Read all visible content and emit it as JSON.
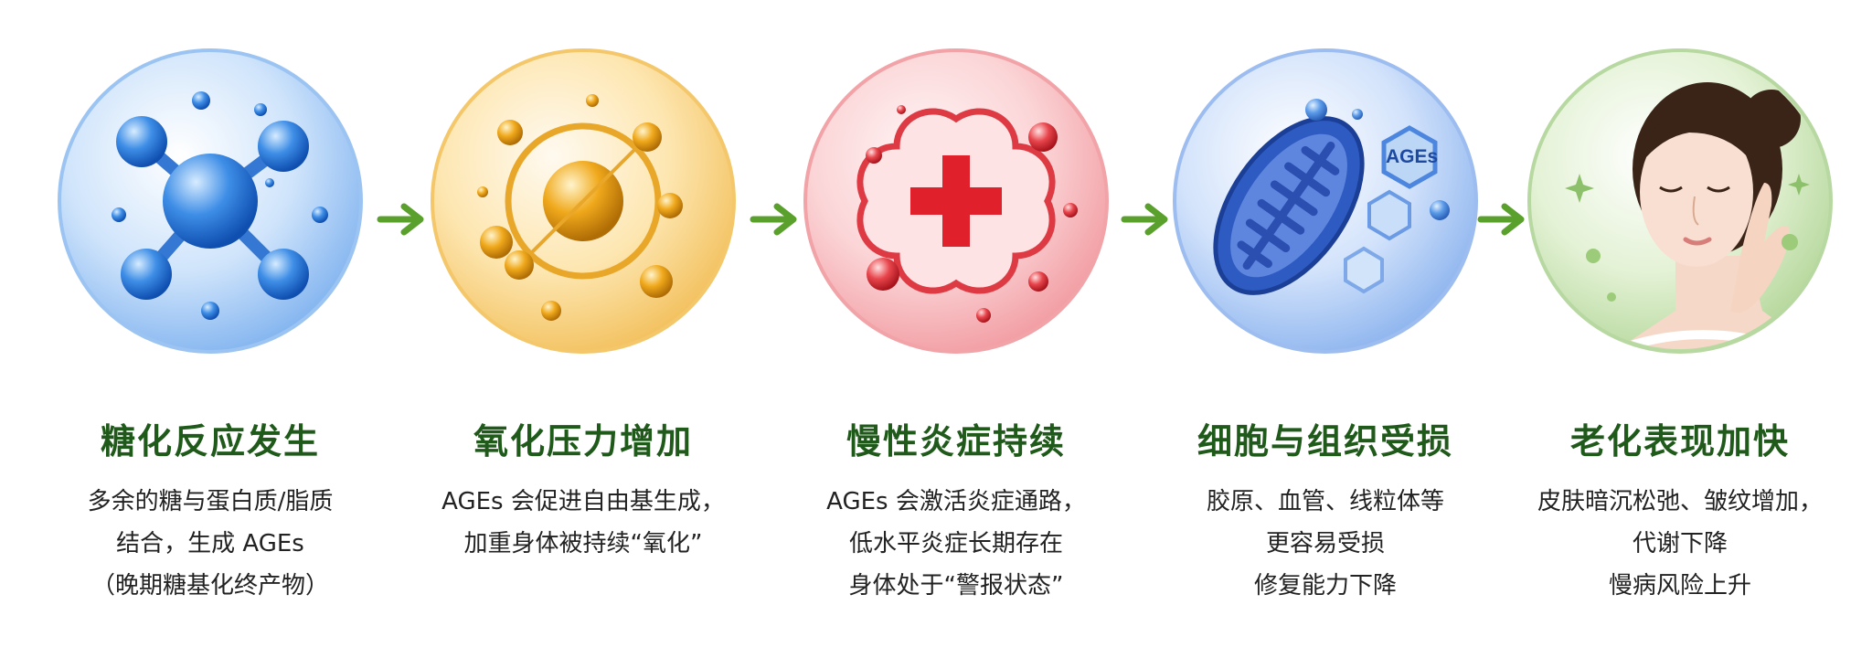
{
  "colors": {
    "title": "#1f5a1a",
    "text": "#222222",
    "arrow": "#5aa02c"
  },
  "stages": [
    {
      "title": "糖化反应发生",
      "lines": [
        "多余的糖与蛋白质/脂质",
        "结合，生成 AGEs",
        "（晚期糖基化终产物）"
      ],
      "icon": "molecule-icon",
      "theme": "blue"
    },
    {
      "title": "氧化压力增加",
      "lines": [
        "AGEs 会促进自由基生成，",
        "加重身体被持续“氧化”"
      ],
      "icon": "free-radical-icon",
      "theme": "gold"
    },
    {
      "title": "慢性炎症持续",
      "lines": [
        "AGEs 会激活炎症通路，",
        "低水平炎症长期存在",
        "身体处于“警报状态”"
      ],
      "icon": "inflammation-cross-icon",
      "theme": "red"
    },
    {
      "title": "细胞与组织受损",
      "lines": [
        "胶原、血管、线粒体等",
        "更容易受损",
        "修复能力下降"
      ],
      "icon": "mitochondria-icon",
      "badge": "AGEs",
      "theme": "blue"
    },
    {
      "title": "老化表现加快",
      "lines": [
        "皮肤暗沉松弛、皱纹增加，",
        "代谢下降",
        "慢病风险上升"
      ],
      "icon": "face-icon",
      "theme": "green"
    }
  ]
}
